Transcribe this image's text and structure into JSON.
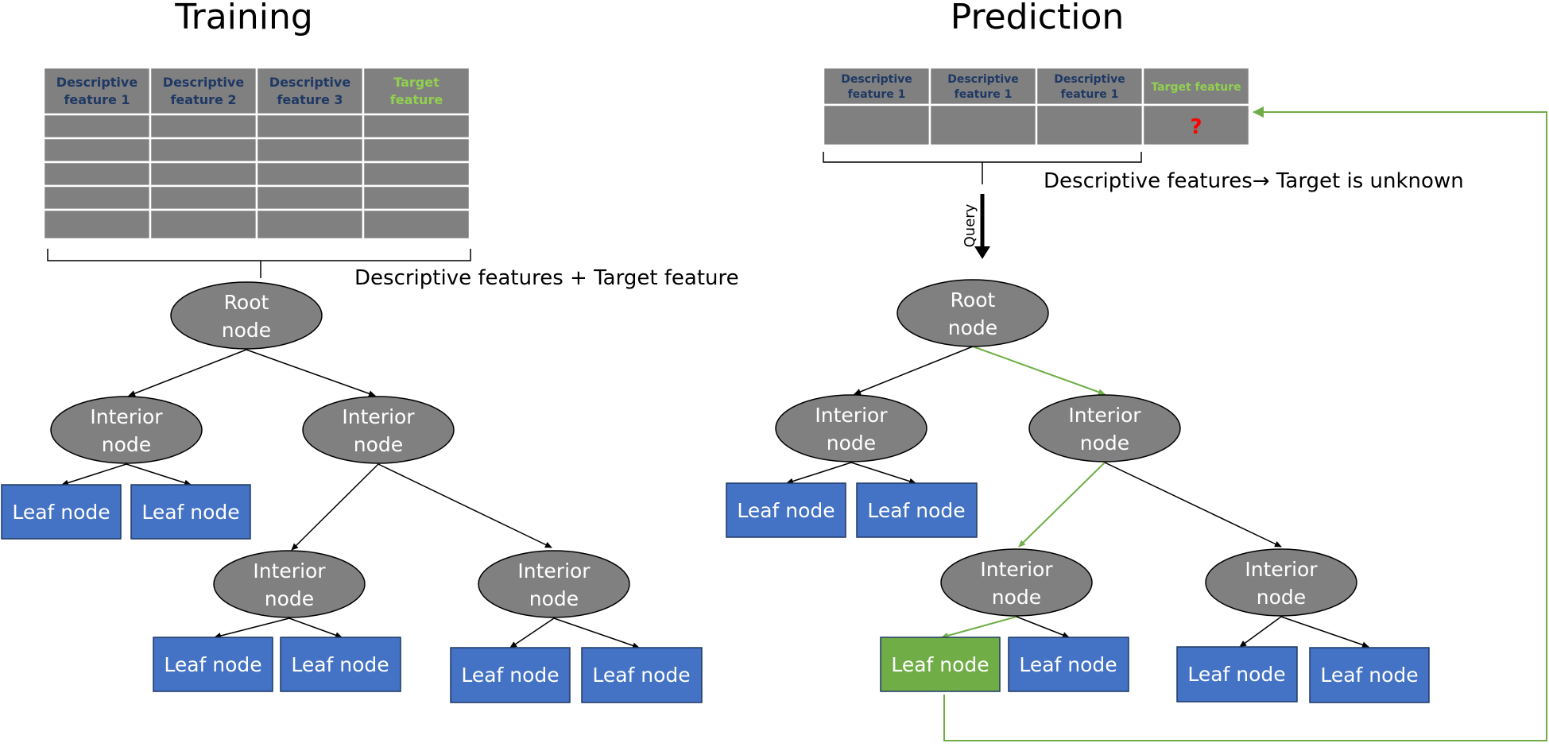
{
  "training": {
    "title": "Training",
    "table_headers": [
      "Descriptive feature 1",
      "Descriptive feature 2",
      "Descriptive feature 3",
      "Target feature"
    ],
    "caption": "Descriptive features + Target feature"
  },
  "prediction": {
    "title": "Prediction",
    "table_headers": [
      "Descriptive feature 1",
      "Descriptive feature 1",
      "Descriptive feature 1",
      "Target feature"
    ],
    "unknown_mark": "?",
    "caption": "Descriptive features→ Target is unknown",
    "query_label": "Query"
  },
  "node_labels": {
    "root": [
      "Root",
      "node"
    ],
    "interior": [
      "Interior",
      "node"
    ],
    "leaf": "Leaf node"
  },
  "colors": {
    "table_gray": "#808080",
    "header_text": "#1f3864",
    "target_text": "#92d050",
    "leaf_blue": "#4472c4",
    "leaf_green": "#70ad47",
    "path_green": "#70ad47",
    "unknown_red": "#ff0000"
  }
}
